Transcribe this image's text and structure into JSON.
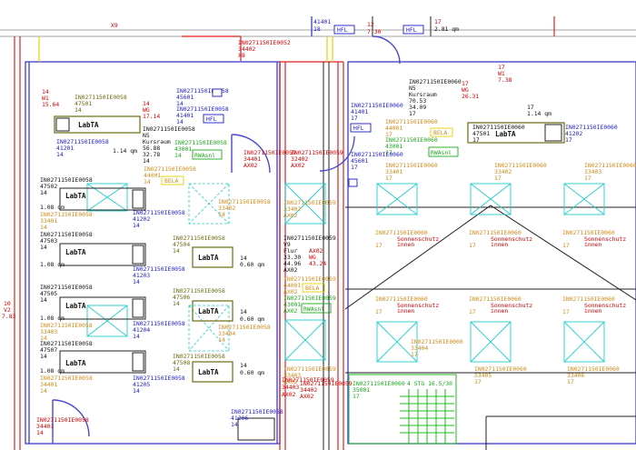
{
  "top": {
    "x9": "X9",
    "tag_41401": "41401",
    "tag_18": "18",
    "hfl1": "HFL",
    "hfl2": "HFL",
    "red_12": "12",
    "red_730": "7.30",
    "red_17": "17",
    "area_281": "2.81 qm",
    "code_e0052": "IN0271150IE0052",
    "code_34402": "34402",
    "code_x8": "X8"
  },
  "left_room": {
    "r14": "14",
    "rW1": "W1",
    "r1564": "15.64",
    "code": "IN0271150IE0058",
    "num": "47501",
    "n14": "14",
    "labta": "LabTA",
    "code2": "IN0271150IE0058",
    "num2": "41201",
    "n14b": "14",
    "area": "1.14 qm"
  },
  "center_info": {
    "code": "IN0271150IE0058",
    "num": "45601",
    "n14": "14",
    "code2": "IN0271150IE0058",
    "num2": "41401",
    "n14b": "14",
    "hfl": "HFL",
    "room14": "14",
    "wg": "WG",
    "wgv": "17.14",
    "code3": "IN0271150IE0058",
    "ns": "N5",
    "kurs": "Kursraum",
    "v1": "56.88",
    "v2": "32.78",
    "v3": "14",
    "g_code": "IN0271150IE0058",
    "g_num": "43001",
    "g_14": "14",
    "rwasn": "RWAsnl",
    "o_code": "IN0271150IE0058",
    "o_num": "44001",
    "o_14": "14",
    "bela": "BELA"
  },
  "left_rows": [
    {
      "code": "IN0271150IE0058",
      "num": "47502",
      "n": "14",
      "labta": "LabTA",
      "area": "1.08 qm",
      "o_code": "IN0271150IE0058",
      "o_num": "33401",
      "o_n": "14",
      "b_code": "IN0271150IE0058",
      "b_num": "41202",
      "b_n": "14"
    },
    {
      "code": "IN0271150IE0058",
      "num": "47503",
      "n": "14",
      "labta": "LabTA",
      "area": "1.08 qm",
      "o_code": "",
      "o_num": "",
      "o_n": "",
      "b_code": "IN0271150IE0058",
      "b_num": "41203",
      "b_n": "14"
    },
    {
      "code": "IN0271150IE0058",
      "num": "47505",
      "n": "14",
      "labta": "LabTA",
      "area": "1.08 qm",
      "o_code": "IN0271150IE0058",
      "o_num": "33403",
      "o_n": "14",
      "b_code": "IN0271150IE0058",
      "b_num": "41204",
      "b_n": "14"
    },
    {
      "code": "IN0271150IE0058",
      "num": "47507",
      "n": "14",
      "labta": "LabTA",
      "area": "1.08 qm",
      "o_code": "IN0271150IE0058",
      "o_num": "34401",
      "o_n": "14",
      "b_code": "IN0271150IE0058",
      "b_num": "41205",
      "b_n": "14"
    }
  ],
  "mid_rows": [
    {
      "code": "IN0271150IE0058",
      "num": "47504",
      "n": "14",
      "labta": "LabTA",
      "area": "0.60 qm"
    },
    {
      "code": "IN0271150IE0058",
      "num": "47506",
      "n": "14",
      "labta": "LabTA",
      "area": "0.60 qm"
    },
    {
      "code": "IN0271150IE0058",
      "num": "47508",
      "n": "14",
      "labta": "LabTA",
      "area": "0.60 qm"
    }
  ],
  "mid_extra": {
    "o1_code": "IN0271150IE0058",
    "o1_num": "33402",
    "o1_n": "14",
    "o2_code": "IN0271150IE0058",
    "o2_num": "33404",
    "o2_n": "14",
    "bot_code": "IN0271150IE0058",
    "bot_num": "41206",
    "bot_n": "14"
  },
  "bottom_left": {
    "code": "IN0271150IE0058",
    "num": "34401",
    "n": "14"
  },
  "left_edge": {
    "a": "10",
    "b": "V2",
    "c": "7.83"
  },
  "corridor": {
    "top_code": "IN0271150IE0059",
    "top_num": "34401",
    "top_x": "AX02",
    "top2_code": "IN0271150IE0059",
    "top2_num": "32402",
    "top2_x": "AX02",
    "o_code": "IN0271150IE0059",
    "o_num": "33402",
    "o_x": "AX02",
    "v9": "V9",
    "flur": "Flur",
    "f1": "33.30",
    "f2": "44.96",
    "f3": "AX02",
    "r1": "AX02",
    "r2": "WG",
    "r3": "43.24",
    "code_main": "IN0271150IE0059",
    "g_code": "IN0271150IE0059",
    "g_num": "44001",
    "g_x": "AX02",
    "bela": "BELA",
    "g2_code": "IN0271150IE0059",
    "g2_num": "43001",
    "g2_x": "AX02",
    "rwasn": "RWAsnl",
    "b1_code": "IN0271150IE0059",
    "b1_num": "33403",
    "b1_x": "AX02",
    "b2_code": "IN0271150IE0059",
    "b2_num": "34402",
    "b2_x": "AX02",
    "b3_code": "IN0271150IE0059",
    "b3_num": "34403",
    "b3_x": "AX02"
  },
  "right_room": {
    "r17": "17",
    "rW1": "W1",
    "r738": "7.38",
    "code": "IN0271150IE0060",
    "ns": "N5",
    "kurs": "Kursraum",
    "v1": "70.53",
    "v2": "34.09",
    "v3": "17",
    "wg17": "17",
    "wg": "WG",
    "wgv": "26.31",
    "code2": "IN0271150IE0060",
    "num2": "41401",
    "n2": "17",
    "hfl": "HFL",
    "g_code": "IN0271150IE0060",
    "g_num": "44001",
    "g_n": "17",
    "bela": "BELA",
    "g2_code": "IN0271150IE0060",
    "g2_num": "43001",
    "g2_n": "17",
    "rwasn": "RWAsnl",
    "b_code": "IN0271150IE0060",
    "b_num": "45601",
    "b_n": "17",
    "lab_code": "IN0271150IE0060",
    "lab_num": "47501",
    "lab_n": "17",
    "labta": "LabTA",
    "lab_r": "17",
    "lab_area": "1.14 qm",
    "br_code": "IN0271150IE0060",
    "br_num": "41202",
    "br_n": "17",
    "o1_code": "IN0271150IE0060",
    "o1_num": "33401",
    "o1_n": "17",
    "o2_code": "IN0271150IE0060",
    "o2_num": "33402",
    "o2_n": "17",
    "o3_code": "IN0271150IE0060",
    "o3_num": "33403",
    "o3_n": "17",
    "sonnen": "Sonnenschutz",
    "innen": "innen",
    "s1_code": "IN0271150IE0060",
    "s1_n": "17",
    "s2_code": "IN0271150IE0060",
    "s2_n": "17",
    "s3_code": "IN0271150IE0060",
    "s3_n": "17",
    "s4_code": "IN0271150IE0060",
    "s4_n": "17",
    "s5_code": "IN0271150IE0060",
    "s5_n": "17",
    "s6_code": "IN0271150IE0060",
    "s6_n": "17",
    "o4_code": "IN0271150IE0060",
    "o4_num": "33404",
    "o4_n": "17",
    "o5_code": "IN0271150IE0060",
    "o5_num": "33405",
    "o5_n": "17",
    "o6_code": "IN0271150IE0060",
    "o6_num": "33406",
    "o6_n": "17",
    "stair_code": "IN0271150IE0060",
    "stair_num": "35001",
    "stair_n": "17",
    "stg": "4 STG 16.5/30"
  }
}
